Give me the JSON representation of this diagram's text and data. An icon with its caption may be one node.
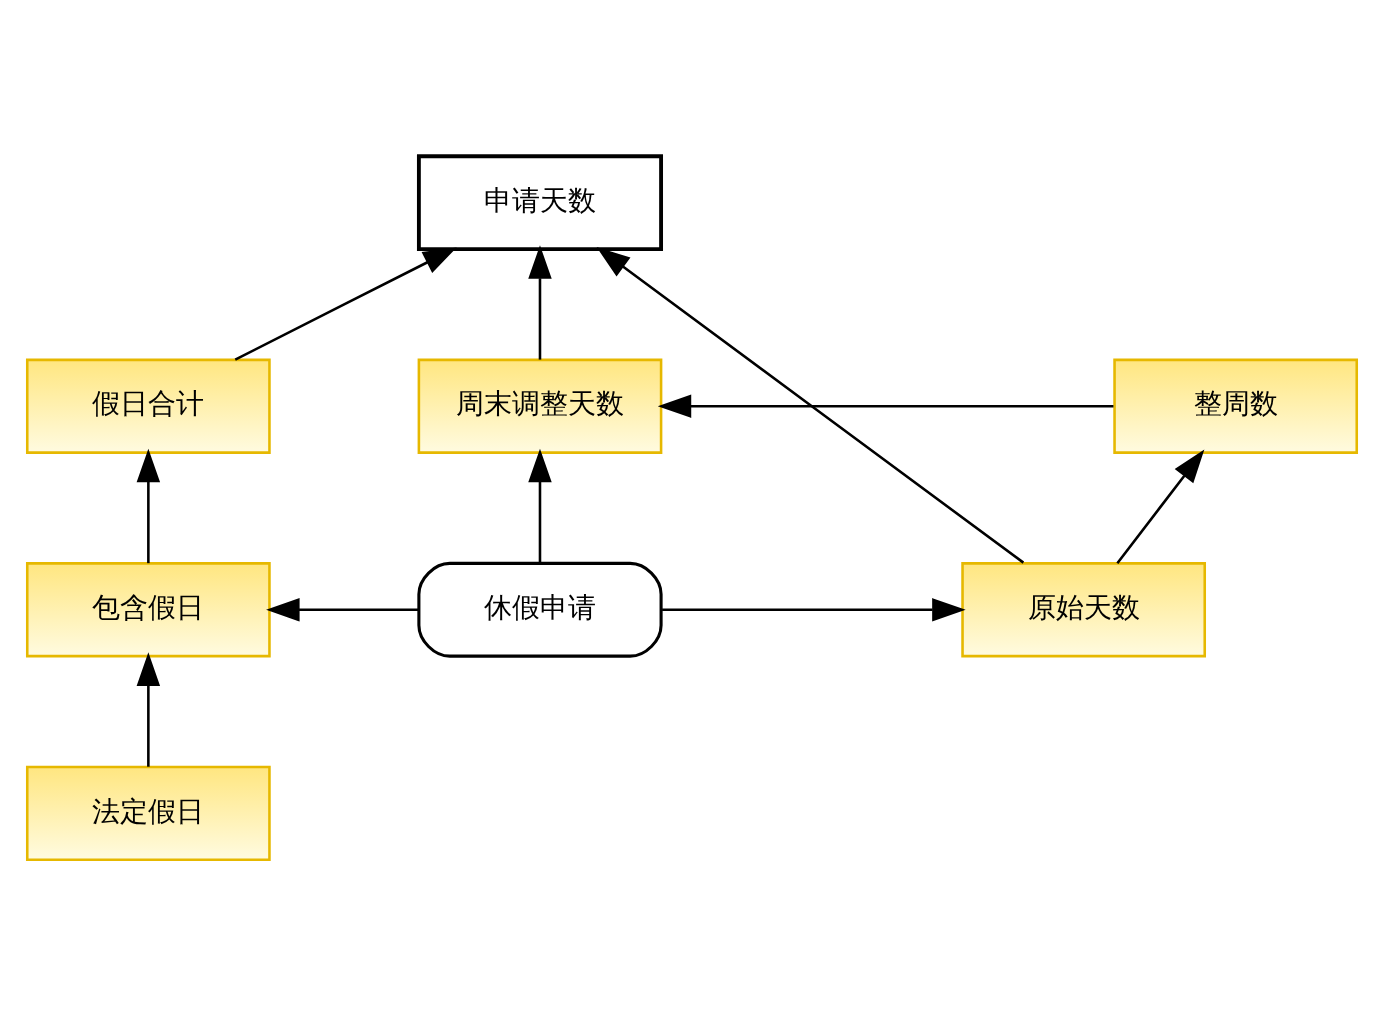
{
  "diagram": {
    "nodes": [
      {
        "text": [
          "申请天数"
        ]
      },
      {
        "text": [
          "假日合计"
        ]
      },
      {
        "text": [
          "周末调整天数"
        ]
      },
      {
        "text": [
          "整周数"
        ]
      },
      {
        "text": [
          "包含假日"
        ]
      },
      {
        "text": [
          "休假申请"
        ]
      },
      {
        "text": [
          "原始天数"
        ]
      },
      {
        "text": [
          "法定假日"
        ]
      }
    ],
    "edges": [
      {
        "from": 1,
        "to": 0,
        "arrow": "to"
      },
      {
        "from": 2,
        "to": 0,
        "arrow": "to"
      },
      {
        "from": 6,
        "to": 0,
        "arrow": "to"
      },
      {
        "from": 3,
        "to": 2,
        "arrow": "to"
      },
      {
        "from": 5,
        "to": 2,
        "arrow": "to"
      },
      {
        "from": 5,
        "to": 4,
        "arrow": "to"
      },
      {
        "from": 5,
        "to": 6,
        "arrow": "to"
      },
      {
        "from": 6,
        "to": 3,
        "arrow": "to"
      },
      {
        "from": 4,
        "to": 1,
        "arrow": "to"
      },
      {
        "from": 7,
        "to": 4,
        "arrow": "to"
      }
    ]
  }
}
